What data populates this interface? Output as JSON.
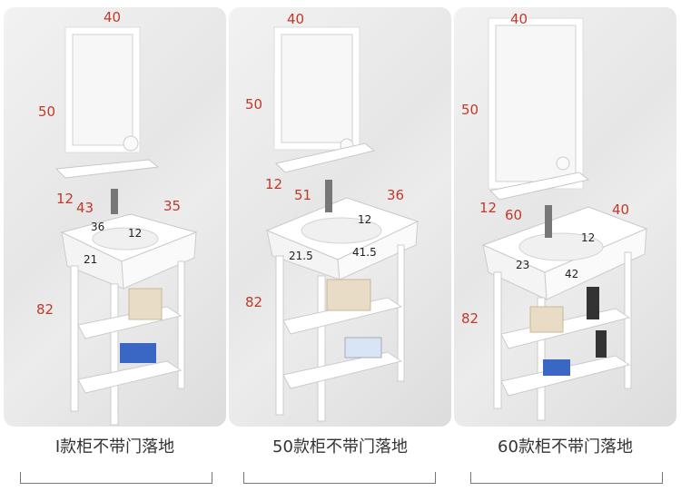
{
  "products": [
    {
      "caption": "I款柜不带门落地",
      "dims": {
        "mirror_w": "40",
        "mirror_h": "50",
        "shelf_d": "12",
        "width": "43",
        "depth": "35",
        "basin_w": "36",
        "basin_d": "21",
        "basin_h": "12",
        "height": "82"
      }
    },
    {
      "caption": "50款柜不带门落地",
      "dims": {
        "mirror_w": "40",
        "mirror_h": "50",
        "shelf_d": "12",
        "width": "51",
        "depth": "36",
        "basin_w": "41.5",
        "basin_d": "21.5",
        "basin_h": "12",
        "height": "82"
      }
    },
    {
      "caption": "60款柜不带门落地",
      "dims": {
        "mirror_w": "40",
        "mirror_h": "50",
        "shelf_d": "12",
        "width": "60",
        "depth": "40",
        "basin_w": "42",
        "basin_d": "23",
        "basin_h": "12",
        "height": "82"
      }
    }
  ],
  "colors": {
    "dimension_text": "#c0392b",
    "frame": "#ffffff",
    "panel_bg": "#e8e8e8"
  }
}
